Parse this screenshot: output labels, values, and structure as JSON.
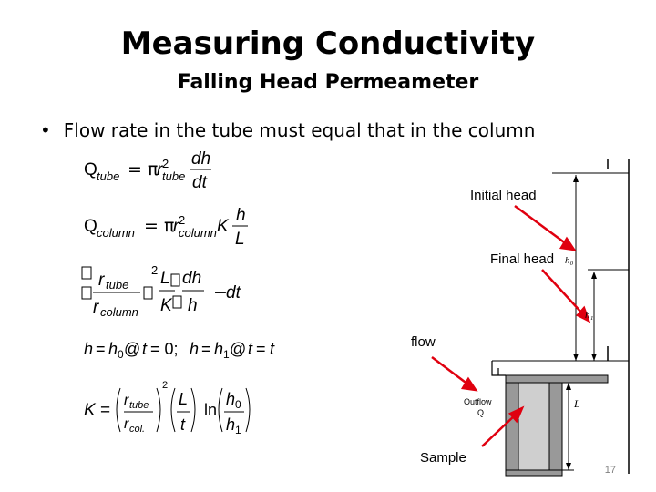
{
  "slide": {
    "title": "Measuring Conductivity",
    "subtitle": "Falling Head Permeameter",
    "bullet": "Flow rate in the tube must equal that in the column",
    "page_number": "17"
  },
  "equations": {
    "q_tube": "Q_tube = πr²_tube dh/dt",
    "q_column": "Q_column = πr²_column K h/L",
    "ratio": "(r_tube/r_column)² (L/K) dh/h = −dt",
    "conditions": "h = h₀ @ t = 0;  h = h₁ @ t = t",
    "k_result": "K = (r_tube/r_col.)² (L/t) ln(h₀/h₁)"
  },
  "diagram": {
    "labels": {
      "initial_head": "Initial head",
      "final_head": "Final head",
      "flow": "flow",
      "outflow": "Outflow",
      "outflow_q": "Q",
      "sample": "Sample",
      "h0": "h₀",
      "h1": "h₁",
      "L": "L"
    },
    "arrow_color": "#e0000f"
  }
}
